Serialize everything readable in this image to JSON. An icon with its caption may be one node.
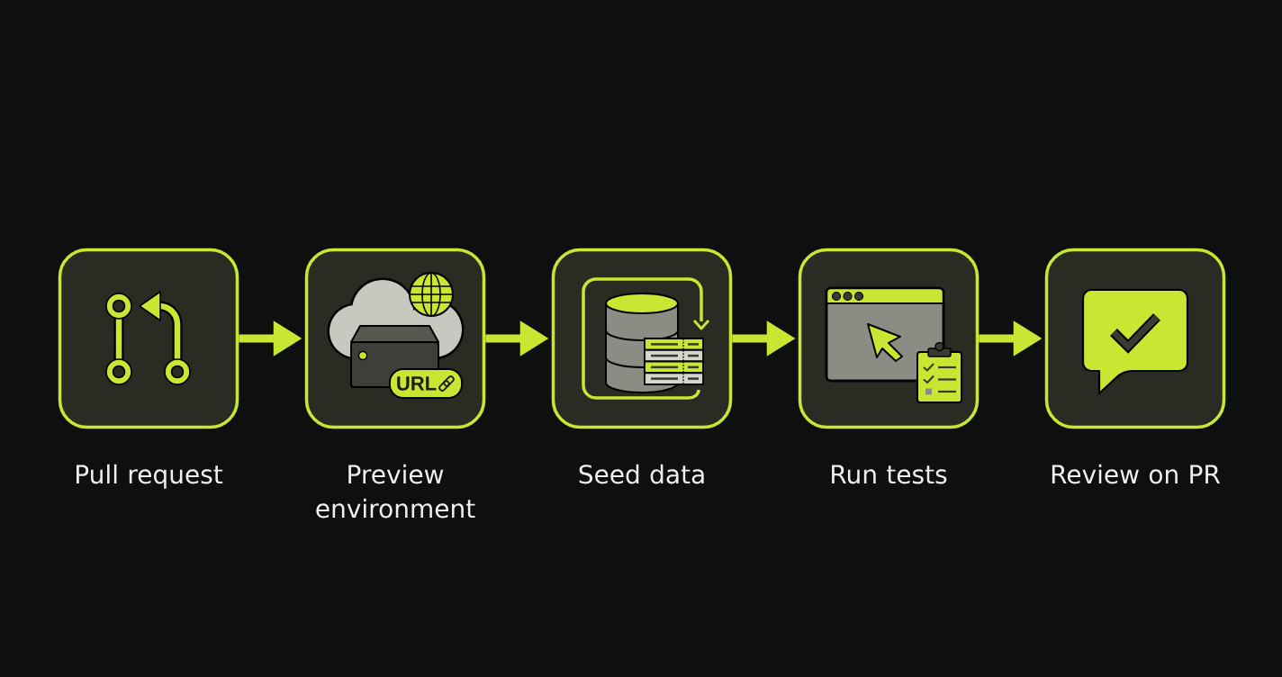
{
  "diagram": {
    "nodes": [
      {
        "text": [
          "Pull request"
        ]
      },
      {
        "text": [
          "Preview environment"
        ]
      },
      {
        "text": [
          "URL"
        ],
        "in": 1
      },
      {
        "text": [
          "Seed data"
        ]
      },
      {
        "text": [
          "Run tests"
        ]
      },
      {
        "text": [
          "Review on PR"
        ]
      }
    ],
    "edges": [
      {
        "from": 0,
        "to": 1,
        "arrow": "to"
      },
      {
        "from": 1,
        "to": 3,
        "arrow": "to"
      },
      {
        "from": 3,
        "to": 4,
        "arrow": "to"
      },
      {
        "from": 4,
        "to": 5,
        "arrow": "to"
      }
    ]
  }
}
